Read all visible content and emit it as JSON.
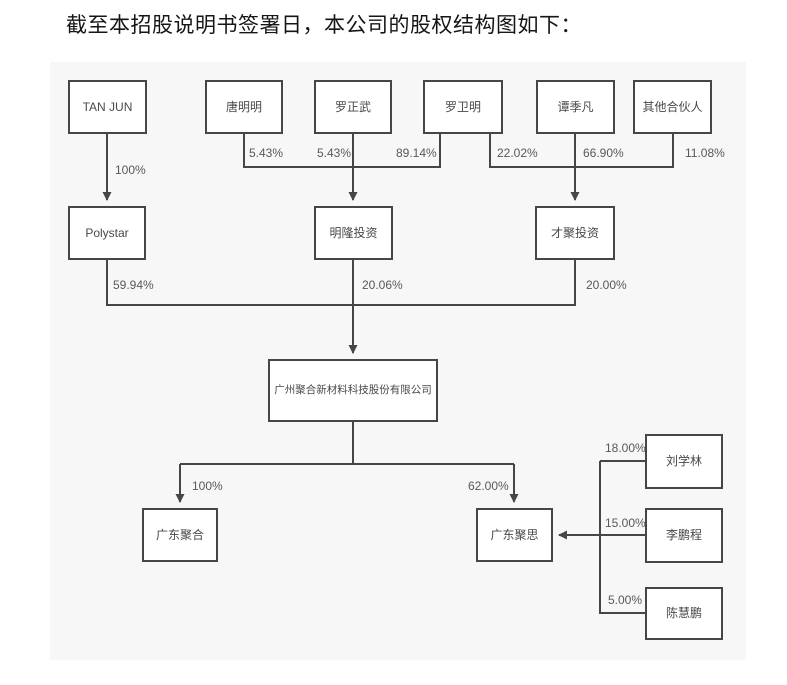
{
  "header": {
    "title": "截至本招股说明书签署日，本公司的股权结构图如下："
  },
  "diagram": {
    "type": "equity-structure-flowchart",
    "nodes": {
      "tanjun": "TAN JUN",
      "tangmingming": "唐明明",
      "luozhengwu": "罗正武",
      "luoweiming": "罗卫明",
      "tanjifan": "谭季凡",
      "qitahehuoren": "其他合伙人",
      "polystar": "Polystar",
      "minglong": "明隆投资",
      "caiju": "才聚投资",
      "main": "广州聚合新材料科技股份有限公司",
      "gdjuhe": "广东聚合",
      "gdjusi": "广东聚思",
      "liuxuelin": "刘学林",
      "lipengcheng": "李鹏程",
      "chenhuipeng": "陈慧鹏"
    },
    "edges": [
      {
        "from": "TAN JUN",
        "to": "Polystar",
        "label": "100%"
      },
      {
        "from": "唐明明",
        "to": "明隆投资",
        "label": "5.43%"
      },
      {
        "from": "罗正武",
        "to": "明隆投资",
        "label": "5.43%"
      },
      {
        "from": "罗卫明",
        "to": "明隆投资",
        "label": "89.14%"
      },
      {
        "from": "罗卫明",
        "to": "才聚投资",
        "label": "22.02%"
      },
      {
        "from": "谭季凡",
        "to": "才聚投资",
        "label": "66.90%"
      },
      {
        "from": "其他合伙人",
        "to": "才聚投资",
        "label": "11.08%"
      },
      {
        "from": "Polystar",
        "to": "广州聚合新材料科技股份有限公司",
        "label": "59.94%"
      },
      {
        "from": "明隆投资",
        "to": "广州聚合新材料科技股份有限公司",
        "label": "20.06%"
      },
      {
        "from": "才聚投资",
        "to": "广州聚合新材料科技股份有限公司",
        "label": "20.00%"
      },
      {
        "from": "广州聚合新材料科技股份有限公司",
        "to": "广东聚合",
        "label": "100%"
      },
      {
        "from": "广州聚合新材料科技股份有限公司",
        "to": "广东聚思",
        "label": "62.00%"
      },
      {
        "from": "刘学林",
        "to": "广东聚思",
        "label": "18.00%"
      },
      {
        "from": "李鹏程",
        "to": "广东聚思",
        "label": "15.00%"
      },
      {
        "from": "陈慧鹏",
        "to": "广东聚思",
        "label": "5.00%"
      }
    ],
    "colors": {
      "panel_bg": "#f7f7f8",
      "box_bg": "#ffffff",
      "line": "#454648",
      "text": "#48494b"
    }
  }
}
